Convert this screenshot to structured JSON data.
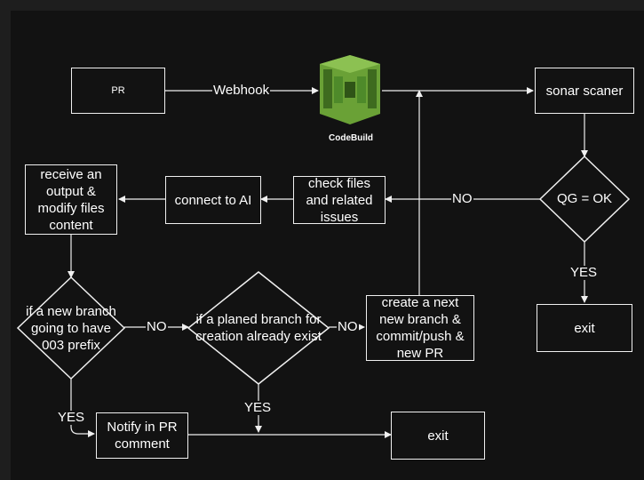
{
  "nodes": {
    "pr": "PR",
    "codebuild": "CodeBuild",
    "sonar": "sonar scaner",
    "qg": "QG = OK",
    "exit_top": "exit",
    "check": "check files\nand related\nissues",
    "connect": "connect to AI",
    "receive": "receive an\noutput &\nmodify files\ncontent",
    "prefix": "if a new branch\ngoing to have\n003 prefix",
    "planned": "if a planed branch for\ncreation already exist",
    "create": "create a next\nnew branch &\ncommit/push &\nnew PR",
    "notify": "Notify in PR\ncomment",
    "exit_bottom": "exit"
  },
  "edges": {
    "webhook": "Webhook",
    "no_qg": "NO",
    "yes_qg": "YES",
    "no_prefix": "NO",
    "no_planned": "NO",
    "yes_prefix": "YES",
    "yes_planned": "YES"
  },
  "icons": {
    "codebuild_icon": "codebuild-icon"
  },
  "colors": {
    "background": "#1e1e1e",
    "canvas": "#121212",
    "stroke": "#f0f0f0",
    "icon_green": "#6aa136"
  }
}
